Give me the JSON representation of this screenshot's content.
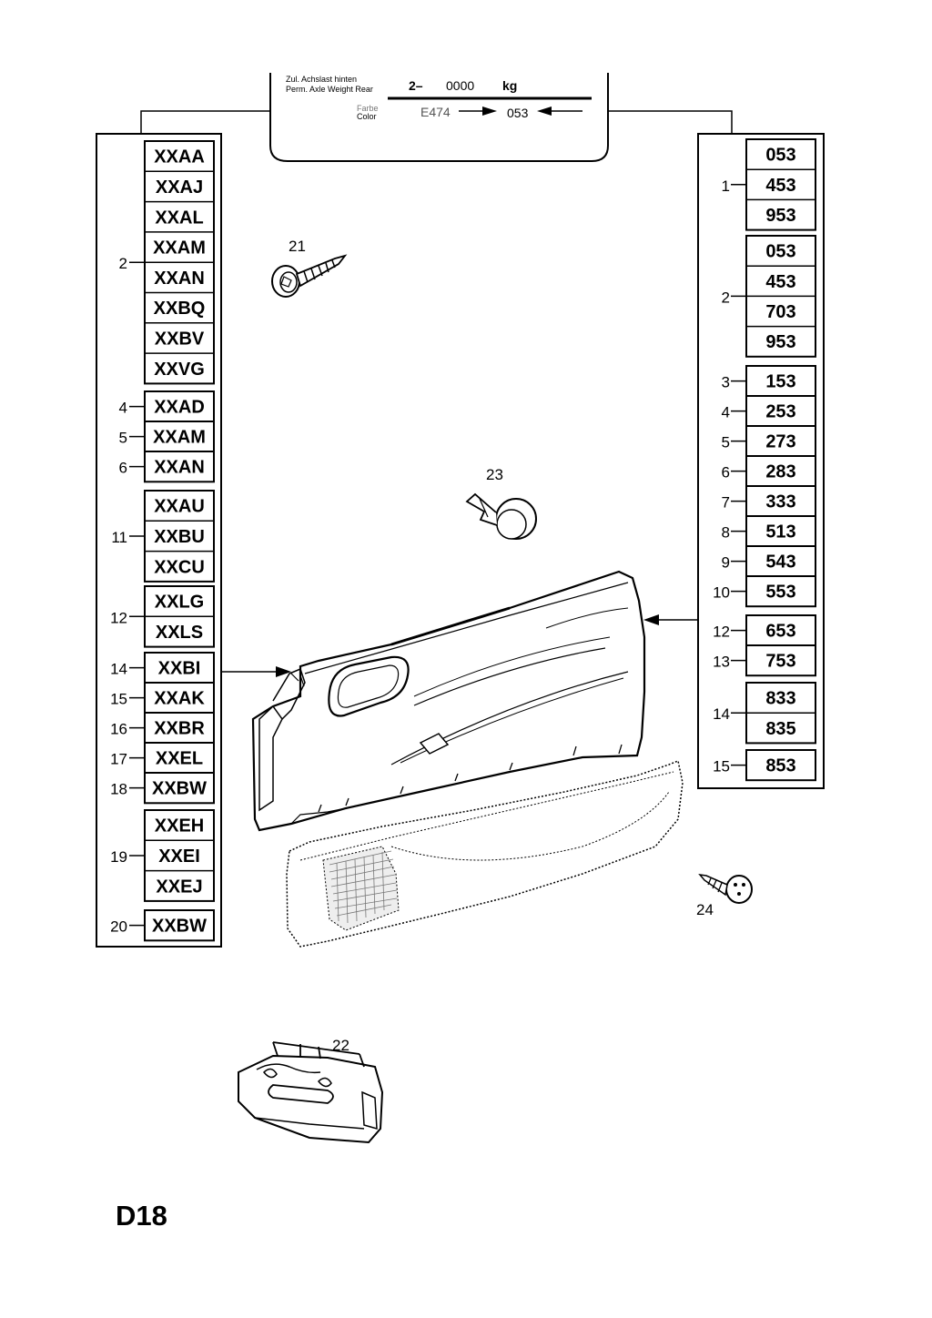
{
  "placard": {
    "line1_de": "Zul. Achslast hinten",
    "line1_en": "Perm. Axle Weight Rear",
    "weight_prefix": "2–",
    "weight_value": "0000",
    "weight_unit": "kg",
    "color_de": "Farbe",
    "color_en": "Color",
    "paint_code": "E474",
    "color_code": "053"
  },
  "left_table": {
    "groups": [
      {
        "ref": "2",
        "codes": [
          "XXAA",
          "XXAJ",
          "XXAL",
          "XXAM",
          "XXAN",
          "XXBQ",
          "XXBV",
          "XXVG"
        ]
      },
      {
        "ref": "4",
        "codes": [
          "XXAD"
        ]
      },
      {
        "ref": "5",
        "codes": [
          "XXAM"
        ]
      },
      {
        "ref": "6",
        "codes": [
          "XXAN"
        ]
      },
      {
        "ref": "11",
        "codes": [
          "XXAU",
          "XXBU",
          "XXCU"
        ]
      },
      {
        "ref": "12",
        "codes": [
          "XXLG",
          "XXLS"
        ]
      },
      {
        "ref": "14",
        "codes": [
          "XXBI"
        ]
      },
      {
        "ref": "15",
        "codes": [
          "XXAK"
        ]
      },
      {
        "ref": "16",
        "codes": [
          "XXBR"
        ]
      },
      {
        "ref": "17",
        "codes": [
          "XXEL"
        ]
      },
      {
        "ref": "18",
        "codes": [
          "XXBW"
        ]
      },
      {
        "ref": "19",
        "codes": [
          "XXEH",
          "XXEI",
          "XXEJ"
        ]
      },
      {
        "ref": "20",
        "codes": [
          "XXBW"
        ]
      }
    ]
  },
  "right_table": {
    "groups": [
      {
        "ref": "1",
        "codes": [
          "053",
          "453",
          "953"
        ]
      },
      {
        "ref": "2",
        "codes": [
          "053",
          "453",
          "703",
          "953"
        ]
      },
      {
        "ref": "3",
        "codes": [
          "153"
        ]
      },
      {
        "ref": "4",
        "codes": [
          "253"
        ]
      },
      {
        "ref": "5",
        "codes": [
          "273"
        ]
      },
      {
        "ref": "6",
        "codes": [
          "283"
        ]
      },
      {
        "ref": "7",
        "codes": [
          "333"
        ]
      },
      {
        "ref": "8",
        "codes": [
          "513"
        ]
      },
      {
        "ref": "9",
        "codes": [
          "543"
        ]
      },
      {
        "ref": "10",
        "codes": [
          "553"
        ]
      },
      {
        "ref": "12",
        "codes": [
          "653"
        ]
      },
      {
        "ref": "13",
        "codes": [
          "753"
        ]
      },
      {
        "ref": "14",
        "codes": [
          "833",
          "835"
        ]
      },
      {
        "ref": "15",
        "codes": [
          "853"
        ]
      }
    ]
  },
  "parts": {
    "screw_21": "21",
    "clip_22": "22",
    "pin_23": "23",
    "screw_24": "24"
  },
  "page_label": "D18"
}
